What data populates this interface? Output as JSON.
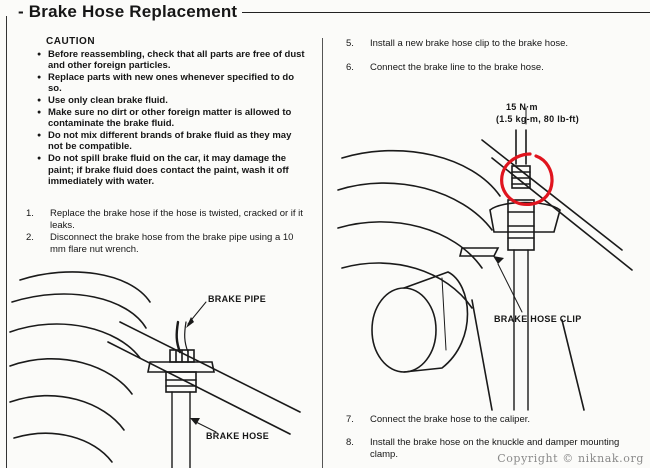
{
  "title": "Brake Hose Replacement",
  "caution": {
    "heading": "CAUTION",
    "items": [
      "Before reassembling, check that all parts are free of dust and other foreign particles.",
      "Replace parts with new ones whenever specified to do so.",
      "Use only clean brake fluid.",
      "Make sure no dirt or other foreign matter is allowed to contaminate the brake fluid.",
      "Do not mix different brands of brake fluid as they may not be compatible.",
      "Do not spill brake fluid on the car, it may damage the paint; if brake fluid does contact the paint, wash it off immediately with water."
    ]
  },
  "steps": [
    {
      "num": "1.",
      "text": "Replace the brake hose if the hose is twisted, cracked or if it leaks."
    },
    {
      "num": "2.",
      "text": "Disconnect the brake hose from the brake pipe using a 10 mm flare nut wrench."
    },
    {
      "num": "5.",
      "text": "Install a new brake hose clip to the brake hose."
    },
    {
      "num": "6.",
      "text": "Connect the brake line to the brake hose."
    },
    {
      "num": "7.",
      "text": "Connect the brake hose to the caliper."
    },
    {
      "num": "8.",
      "text": "Install the brake hose on the knuckle and damper mounting clamp."
    }
  ],
  "labels": {
    "brake_pipe": "BRAKE PIPE",
    "brake_hose": "BRAKE HOSE",
    "brake_hose_clip": "BRAKE HOSE CLIP",
    "torque_line1": "15 N·m",
    "torque_line2": "(1.5 kg-m, 80 lb-ft)"
  },
  "watermark": "Copyright © niknak.org",
  "colors": {
    "ink": "#161616",
    "highlight_circle": "#e0141e",
    "watermark": "#8a8a8a"
  }
}
